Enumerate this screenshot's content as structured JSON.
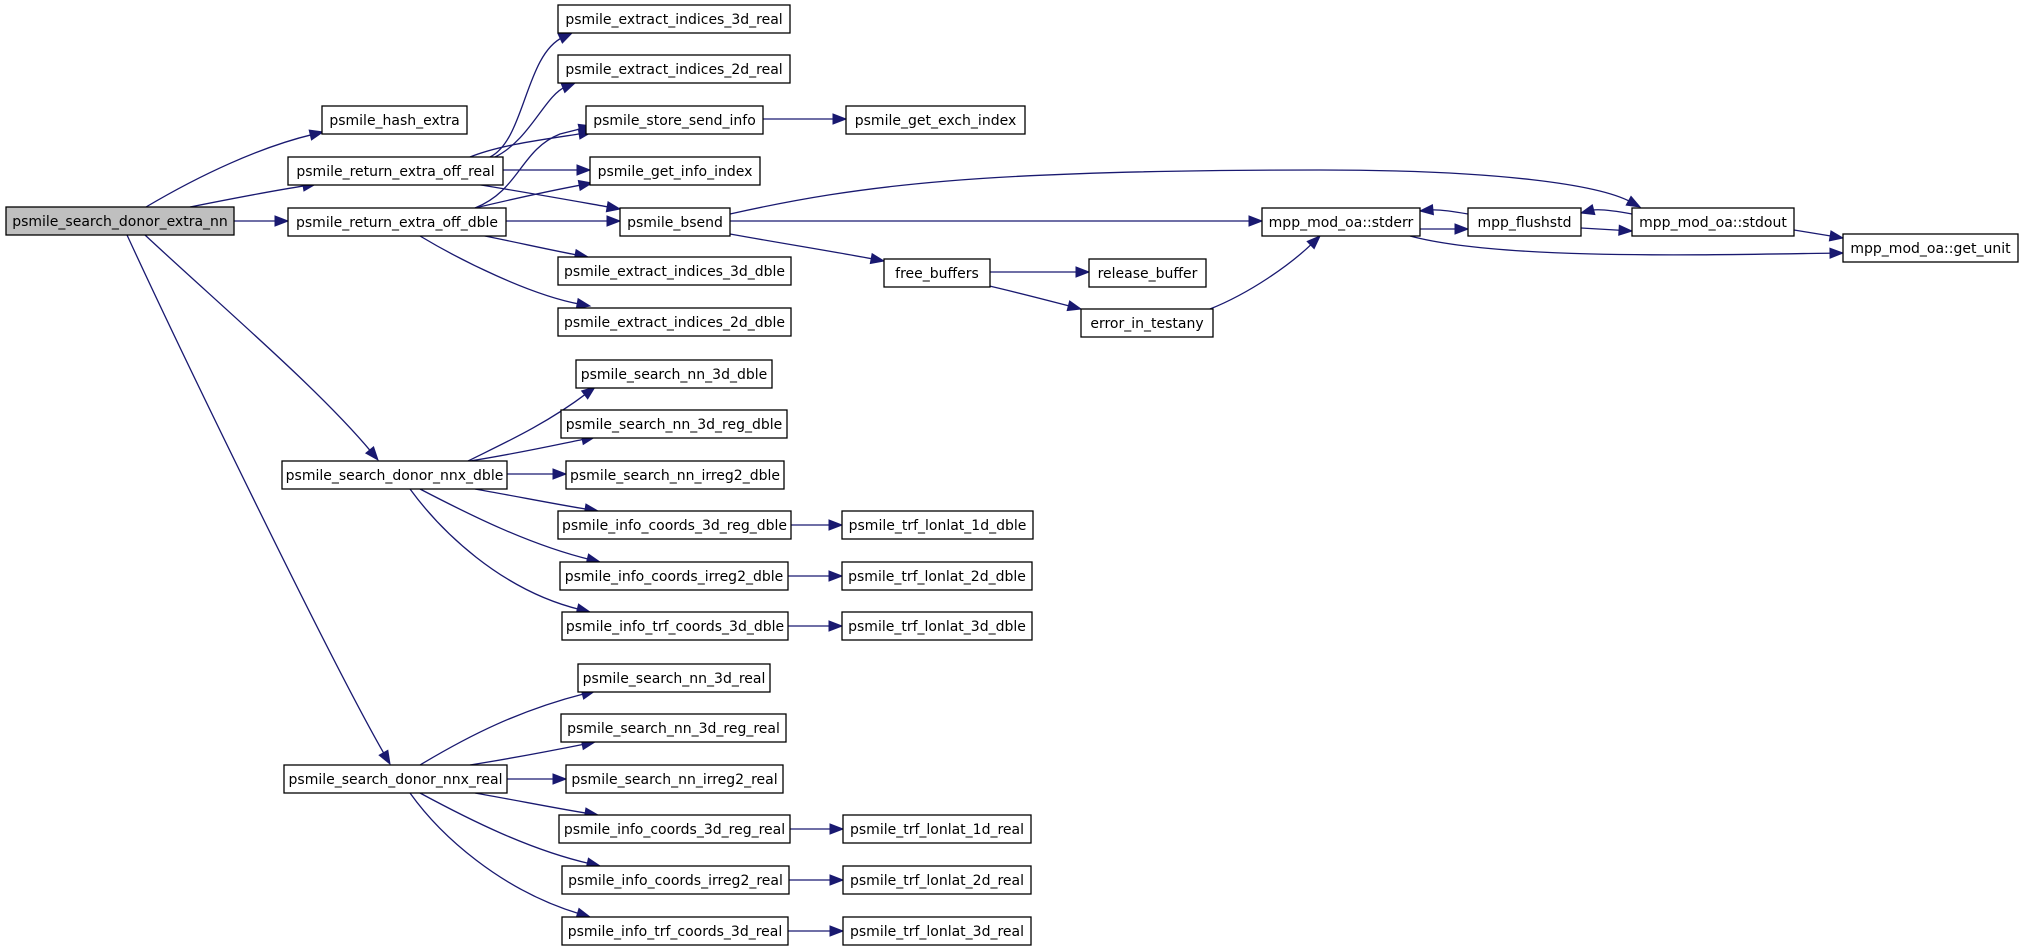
{
  "nodes": [
    {
      "id": "root",
      "label": "psmile_search_donor_extra_nn"
    },
    {
      "id": "hash_extra",
      "label": "psmile_hash_extra"
    },
    {
      "id": "ret_real",
      "label": "psmile_return_extra_off_real"
    },
    {
      "id": "ret_dble",
      "label": "psmile_return_extra_off_dble"
    },
    {
      "id": "nnx_dble",
      "label": "psmile_search_donor_nnx_dble"
    },
    {
      "id": "nnx_real",
      "label": "psmile_search_donor_nnx_real"
    },
    {
      "id": "ext3r",
      "label": "psmile_extract_indices_3d_real"
    },
    {
      "id": "ext2r",
      "label": "psmile_extract_indices_2d_real"
    },
    {
      "id": "store",
      "label": "psmile_store_send_info"
    },
    {
      "id": "getinfo",
      "label": "psmile_get_info_index"
    },
    {
      "id": "bsend",
      "label": "psmile_bsend"
    },
    {
      "id": "ext3d",
      "label": "psmile_extract_indices_3d_dble"
    },
    {
      "id": "ext2d",
      "label": "psmile_extract_indices_2d_dble"
    },
    {
      "id": "exch",
      "label": "psmile_get_exch_index"
    },
    {
      "id": "free",
      "label": "free_buffers"
    },
    {
      "id": "release",
      "label": "release_buffer"
    },
    {
      "id": "errtest",
      "label": "error_in_testany"
    },
    {
      "id": "stderr",
      "label": "mpp_mod_oa::stderr"
    },
    {
      "id": "flush",
      "label": "mpp_flushstd"
    },
    {
      "id": "stdout",
      "label": "mpp_mod_oa::stdout"
    },
    {
      "id": "getunit",
      "label": "mpp_mod_oa::get_unit"
    },
    {
      "id": "sn3d",
      "label": "psmile_search_nn_3d_dble"
    },
    {
      "id": "sn3rd",
      "label": "psmile_search_nn_3d_reg_dble"
    },
    {
      "id": "snir2d",
      "label": "psmile_search_nn_irreg2_dble"
    },
    {
      "id": "ic3rd",
      "label": "psmile_info_coords_3d_reg_dble"
    },
    {
      "id": "icir2d",
      "label": "psmile_info_coords_irreg2_dble"
    },
    {
      "id": "itc3d",
      "label": "psmile_info_trf_coords_3d_dble"
    },
    {
      "id": "tl1d",
      "label": "psmile_trf_lonlat_1d_dble"
    },
    {
      "id": "tl2d",
      "label": "psmile_trf_lonlat_2d_dble"
    },
    {
      "id": "tl3d",
      "label": "psmile_trf_lonlat_3d_dble"
    },
    {
      "id": "sn3r",
      "label": "psmile_search_nn_3d_real"
    },
    {
      "id": "sn3rr",
      "label": "psmile_search_nn_3d_reg_real"
    },
    {
      "id": "snir2r",
      "label": "psmile_search_nn_irreg2_real"
    },
    {
      "id": "ic3rr",
      "label": "psmile_info_coords_3d_reg_real"
    },
    {
      "id": "icir2r",
      "label": "psmile_info_coords_irreg2_real"
    },
    {
      "id": "itc3r",
      "label": "psmile_info_trf_coords_3d_real"
    },
    {
      "id": "tl1r",
      "label": "psmile_trf_lonlat_1d_real"
    },
    {
      "id": "tl2r",
      "label": "psmile_trf_lonlat_2d_real"
    },
    {
      "id": "tl3r",
      "label": "psmile_trf_lonlat_3d_real"
    }
  ],
  "edges": [
    {
      "from": "root",
      "to": "hash_extra"
    },
    {
      "from": "root",
      "to": "ret_real"
    },
    {
      "from": "root",
      "to": "ret_dble"
    },
    {
      "from": "root",
      "to": "nnx_dble"
    },
    {
      "from": "root",
      "to": "nnx_real"
    },
    {
      "from": "ret_real",
      "to": "ext3r"
    },
    {
      "from": "ret_real",
      "to": "ext2r"
    },
    {
      "from": "ret_real",
      "to": "store"
    },
    {
      "from": "ret_real",
      "to": "getinfo"
    },
    {
      "from": "ret_real",
      "to": "bsend"
    },
    {
      "from": "ret_dble",
      "to": "store"
    },
    {
      "from": "ret_dble",
      "to": "getinfo"
    },
    {
      "from": "ret_dble",
      "to": "bsend"
    },
    {
      "from": "ret_dble",
      "to": "ext3d"
    },
    {
      "from": "ret_dble",
      "to": "ext2d"
    },
    {
      "from": "store",
      "to": "exch"
    },
    {
      "from": "bsend",
      "to": "stdout"
    },
    {
      "from": "bsend",
      "to": "stderr"
    },
    {
      "from": "bsend",
      "to": "free"
    },
    {
      "from": "free",
      "to": "release"
    },
    {
      "from": "free",
      "to": "errtest"
    },
    {
      "from": "errtest",
      "to": "stderr"
    },
    {
      "from": "stderr",
      "to": "flush"
    },
    {
      "from": "stderr",
      "to": "getunit"
    },
    {
      "from": "flush",
      "to": "stderr"
    },
    {
      "from": "flush",
      "to": "stdout"
    },
    {
      "from": "stdout",
      "to": "flush"
    },
    {
      "from": "stdout",
      "to": "getunit"
    },
    {
      "from": "nnx_dble",
      "to": "sn3d"
    },
    {
      "from": "nnx_dble",
      "to": "sn3rd"
    },
    {
      "from": "nnx_dble",
      "to": "snir2d"
    },
    {
      "from": "nnx_dble",
      "to": "ic3rd"
    },
    {
      "from": "nnx_dble",
      "to": "icir2d"
    },
    {
      "from": "nnx_dble",
      "to": "itc3d"
    },
    {
      "from": "ic3rd",
      "to": "tl1d"
    },
    {
      "from": "icir2d",
      "to": "tl2d"
    },
    {
      "from": "itc3d",
      "to": "tl3d"
    },
    {
      "from": "nnx_real",
      "to": "sn3r"
    },
    {
      "from": "nnx_real",
      "to": "sn3rr"
    },
    {
      "from": "nnx_real",
      "to": "snir2r"
    },
    {
      "from": "nnx_real",
      "to": "ic3rr"
    },
    {
      "from": "nnx_real",
      "to": "icir2r"
    },
    {
      "from": "nnx_real",
      "to": "itc3r"
    },
    {
      "from": "ic3rr",
      "to": "tl1r"
    },
    {
      "from": "icir2r",
      "to": "tl2r"
    },
    {
      "from": "itc3r",
      "to": "tl3r"
    }
  ]
}
